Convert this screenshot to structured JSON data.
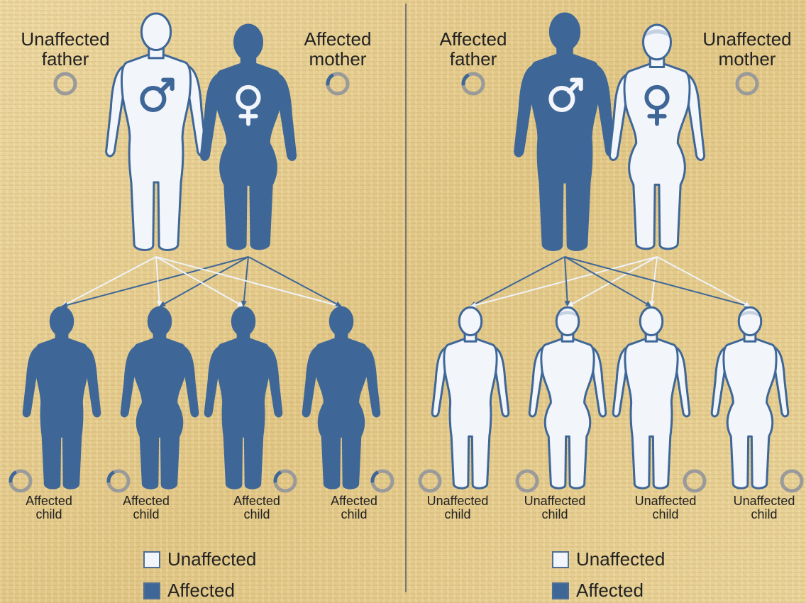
{
  "colors": {
    "affected": "#3e6798",
    "unaffected": "#f2f5fa",
    "outline": "#3e6798",
    "chromosome": "#9a9a9a",
    "divider": "#777777",
    "arrow_affected": "#3e6798",
    "arrow_unaffected": "#eef3f9"
  },
  "left_panel": {
    "father": {
      "label": "Unaffected\nfather",
      "status": "unaffected",
      "symbol": "male-symbol"
    },
    "mother": {
      "label": "Affected\nmother",
      "status": "affected",
      "symbol": "female-symbol"
    },
    "children": [
      {
        "label": "Affected\nchild",
        "status": "affected",
        "sex": "male"
      },
      {
        "label": "Affected\nchild",
        "status": "affected",
        "sex": "female"
      },
      {
        "label": "Affected\nchild",
        "status": "affected",
        "sex": "male"
      },
      {
        "label": "Affected\nchild",
        "status": "affected",
        "sex": "female"
      }
    ],
    "legend": {
      "unaffected": "Unaffected",
      "affected": "Affected"
    }
  },
  "right_panel": {
    "father": {
      "label": "Affected\nfather",
      "status": "affected",
      "symbol": "male-symbol"
    },
    "mother": {
      "label": "Unaffected\nmother",
      "status": "unaffected",
      "symbol": "female-symbol"
    },
    "children": [
      {
        "label": "Unaffected\nchild",
        "status": "unaffected",
        "sex": "male"
      },
      {
        "label": "Unaffected\nchild",
        "status": "unaffected",
        "sex": "female"
      },
      {
        "label": "Unaffected\nchild",
        "status": "unaffected",
        "sex": "male"
      },
      {
        "label": "Unaffected\nchild",
        "status": "unaffected",
        "sex": "female"
      }
    ],
    "legend": {
      "unaffected": "Unaffected",
      "affected": "Affected"
    }
  }
}
